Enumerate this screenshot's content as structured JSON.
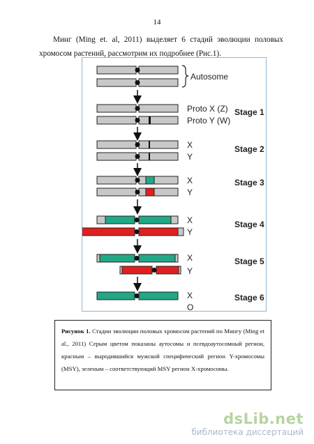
{
  "page": {
    "number": "14",
    "intro_text": "Минг (Ming et. al, 2011) выделяет 6 стадий эволюции половых хромосом растений, рассмотрим их подробнее (Рис.1)."
  },
  "figure": {
    "colors": {
      "gray": "#c8c8c8",
      "red": "#e02020",
      "green": "#22a887",
      "outline": "#222222",
      "frame": "#8ab6d6"
    },
    "autosome_label": "Autosome",
    "stages": [
      {
        "label": "Stage 1",
        "x_label": "Proto X (Z)",
        "y_label": "Proto Y (W)"
      },
      {
        "label": "Stage 2",
        "x_label": "X",
        "y_label": "Y"
      },
      {
        "label": "Stage 3",
        "x_label": "X",
        "y_label": "Y"
      },
      {
        "label": "Stage 4",
        "x_label": "X",
        "y_label": "Y"
      },
      {
        "label": "Stage 5",
        "x_label": "X",
        "y_label": "Y"
      },
      {
        "label": "Stage 6",
        "x_label": "X",
        "y_label": "O"
      }
    ]
  },
  "caption": {
    "label": "Рисунок 1.",
    "text": "Стадии эволюции половых хромосом растений по Мингу (Ming et al., 2011) Серым цветом показаны аутосомы и псевдоаутосомный регион, красным – выродившийся мужской специфический регион Y-хромосомы (MSY), зеленым – соответствующий MSY регион X-хромосомы."
  },
  "watermark": {
    "brand": "dsLib.net",
    "subtitle": "библиотека диссертаций"
  }
}
